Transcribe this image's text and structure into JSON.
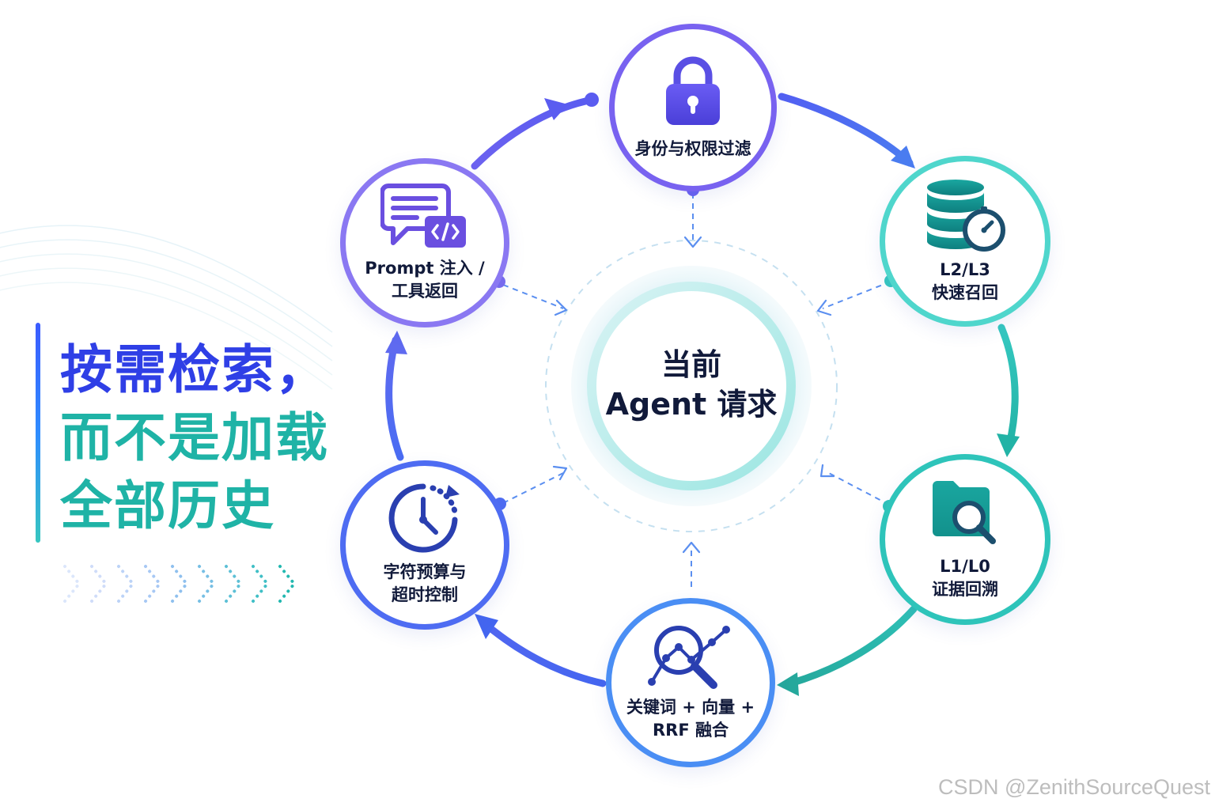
{
  "headline": {
    "line1": "按需检索，",
    "line2": "而不是加载",
    "line3": "全部历史"
  },
  "center": {
    "line1": "当前",
    "line2": "Agent 请求"
  },
  "nodes": {
    "top": {
      "line1": "身份与权限过滤",
      "icon": "lock-icon"
    },
    "top_right": {
      "line1": "L2/L3",
      "line2": "快速召回",
      "icon": "database-speed-icon"
    },
    "bottom_right": {
      "line1": "L1/L0",
      "line2": "证据回溯",
      "icon": "folder-search-icon"
    },
    "bottom": {
      "line1": "关键词 + 向量 +",
      "line2": "RRF 融合",
      "icon": "search-analytics-icon"
    },
    "bottom_left": {
      "line1": "字符预算与",
      "line2": "超时控制",
      "icon": "clock-icon"
    },
    "top_left": {
      "line1": "Prompt 注入 /",
      "line2": "工具返回",
      "icon": "chat-code-icon"
    }
  },
  "watermark": "CSDN @ZenithSourceQuest",
  "colors": {
    "indigo": "#5a5cf0",
    "purple": "#7862f0",
    "teal": "#2ec4ba",
    "blue": "#4a8ef4",
    "text": "#111a3a"
  }
}
